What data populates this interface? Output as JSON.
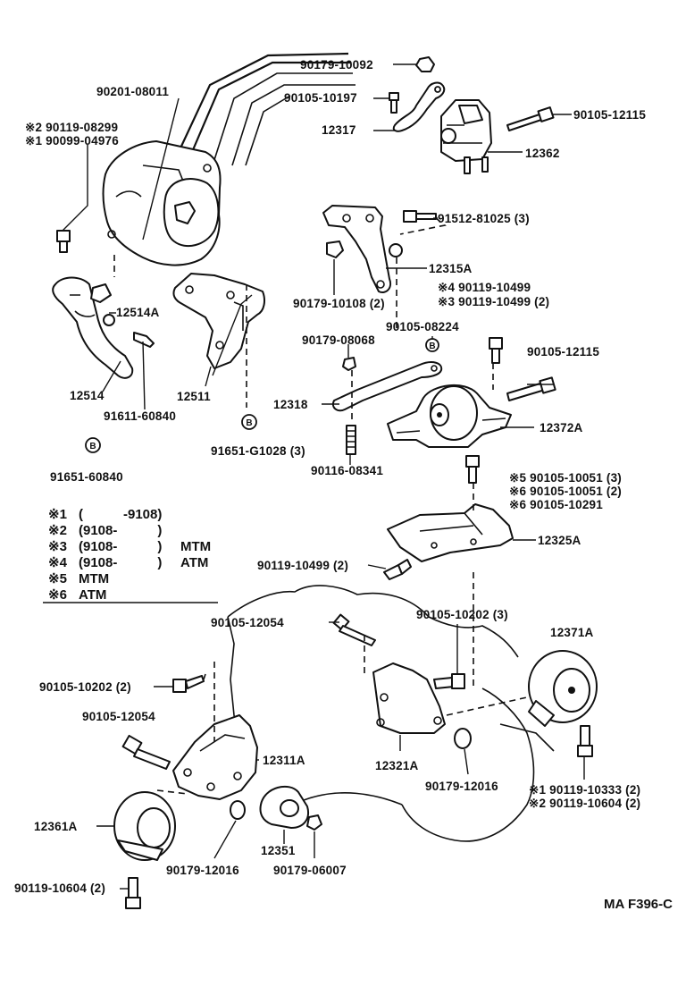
{
  "labels": {
    "p90179_10092": "90179-10092",
    "p90105_10197": "90105-10197",
    "p90105_12115_top": "90105-12115",
    "p12317": "12317",
    "p12362": "12362",
    "p90201_08011": "90201-08011",
    "p90119_08299": "※2 90119-08299",
    "p90099_04976": "※1 90099-04976",
    "p91512_81025": "91512-81025 (3)",
    "p12315A": "12315A",
    "p90179_10108": "90179-10108 (2)",
    "p90119_10499_4": "※4 90119-10499",
    "p90119_10499_3": "※3 90119-10499 (2)",
    "p12514A": "12514A",
    "p90179_08068": "90179-08068",
    "p90105_08224": "90105-08224",
    "p90105_12115_mid": "90105-12115",
    "p12514": "12514",
    "p12511": "12511",
    "p91611_60840": "91611-60840",
    "p12318": "12318",
    "p12372A": "12372A",
    "p91651_G1028": "91651-G1028 (3)",
    "p90116_08341": "90116-08341",
    "p91651_60840": "91651-60840",
    "p90105_10051_5": "※5 90105-10051 (3)",
    "p90105_10051_6": "※6 90105-10051 (2)",
    "p90105_10291_6": "※6 90105-10291",
    "p12325A": "12325A",
    "p90119_10499_2": "90119-10499 (2)",
    "p90105_12054_a": "90105-12054",
    "p90105_10202_3": "90105-10202 (3)",
    "p12371A": "12371A",
    "p90105_10202_2": "90105-10202 (2)",
    "p90105_12054_b": "90105-12054",
    "p12311A": "12311A",
    "p12321A": "12321A",
    "p90179_12016_a": "90179-12016",
    "p90119_10333": "※1 90119-10333 (2)",
    "p90119_10604_r": "※2 90119-10604 (2)",
    "p12361A": "12361A",
    "p12351": "12351",
    "p90179_12016_b": "90179-12016",
    "p90179_06007": "90179-06007",
    "p90119_10604_l": "90119-10604 (2)",
    "ref": "MA F396-C"
  },
  "markers": {
    "b": "B"
  },
  "legend": [
    {
      "key": "※1",
      "range": "(　　　-9108)",
      "type": ""
    },
    {
      "key": "※2",
      "range": "(9108-　　　)",
      "type": ""
    },
    {
      "key": "※3",
      "range": "(9108-　　　)",
      "type": "MTM"
    },
    {
      "key": "※4",
      "range": "(9108-　　　)",
      "type": "ATM"
    },
    {
      "key": "※5",
      "range": "MTM",
      "type": ""
    },
    {
      "key": "※6",
      "range": "ATM",
      "type": ""
    }
  ]
}
